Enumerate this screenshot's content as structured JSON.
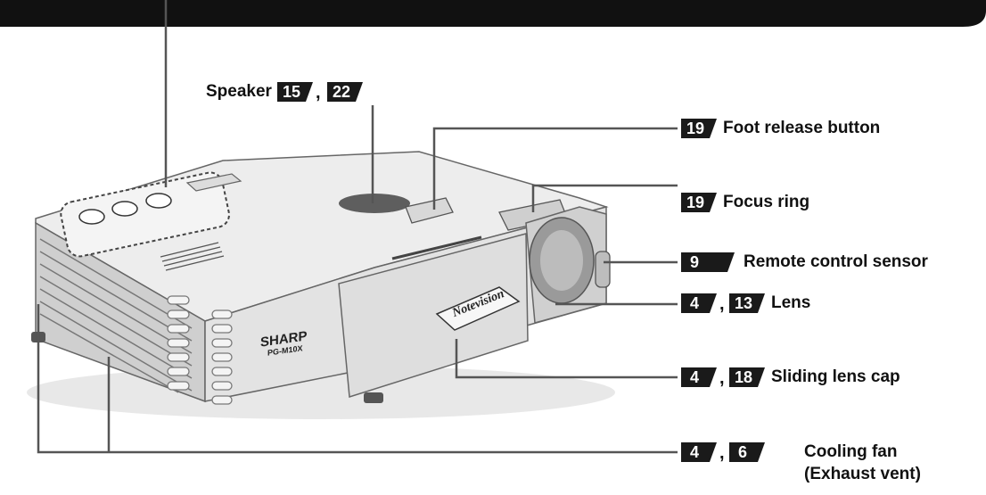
{
  "labels": {
    "speaker": "Speaker",
    "foot_release": "Foot release button",
    "focus_ring": "Focus ring",
    "remote_sensor": "Remote control sensor",
    "lens": "Lens",
    "sliding_cap": "Sliding lens cap",
    "cooling_fan_line1": "Cooling fan",
    "cooling_fan_line2": "(Exhaust vent)"
  },
  "pages": {
    "speaker": [
      "15",
      "22"
    ],
    "foot_release": [
      "19"
    ],
    "focus_ring": [
      "19"
    ],
    "remote_sensor": [
      "9"
    ],
    "lens": [
      "4",
      "13"
    ],
    "sliding_cap": [
      "4",
      "18"
    ],
    "cooling_fan": [
      "4",
      "6"
    ]
  },
  "separator": ",",
  "product": {
    "brand": "SHARP",
    "model": "PG-M10X",
    "logo": "Notevision"
  },
  "colors": {
    "badge_bg": "#1a1a1a",
    "badge_text": "#ffffff",
    "line": "#555555"
  }
}
